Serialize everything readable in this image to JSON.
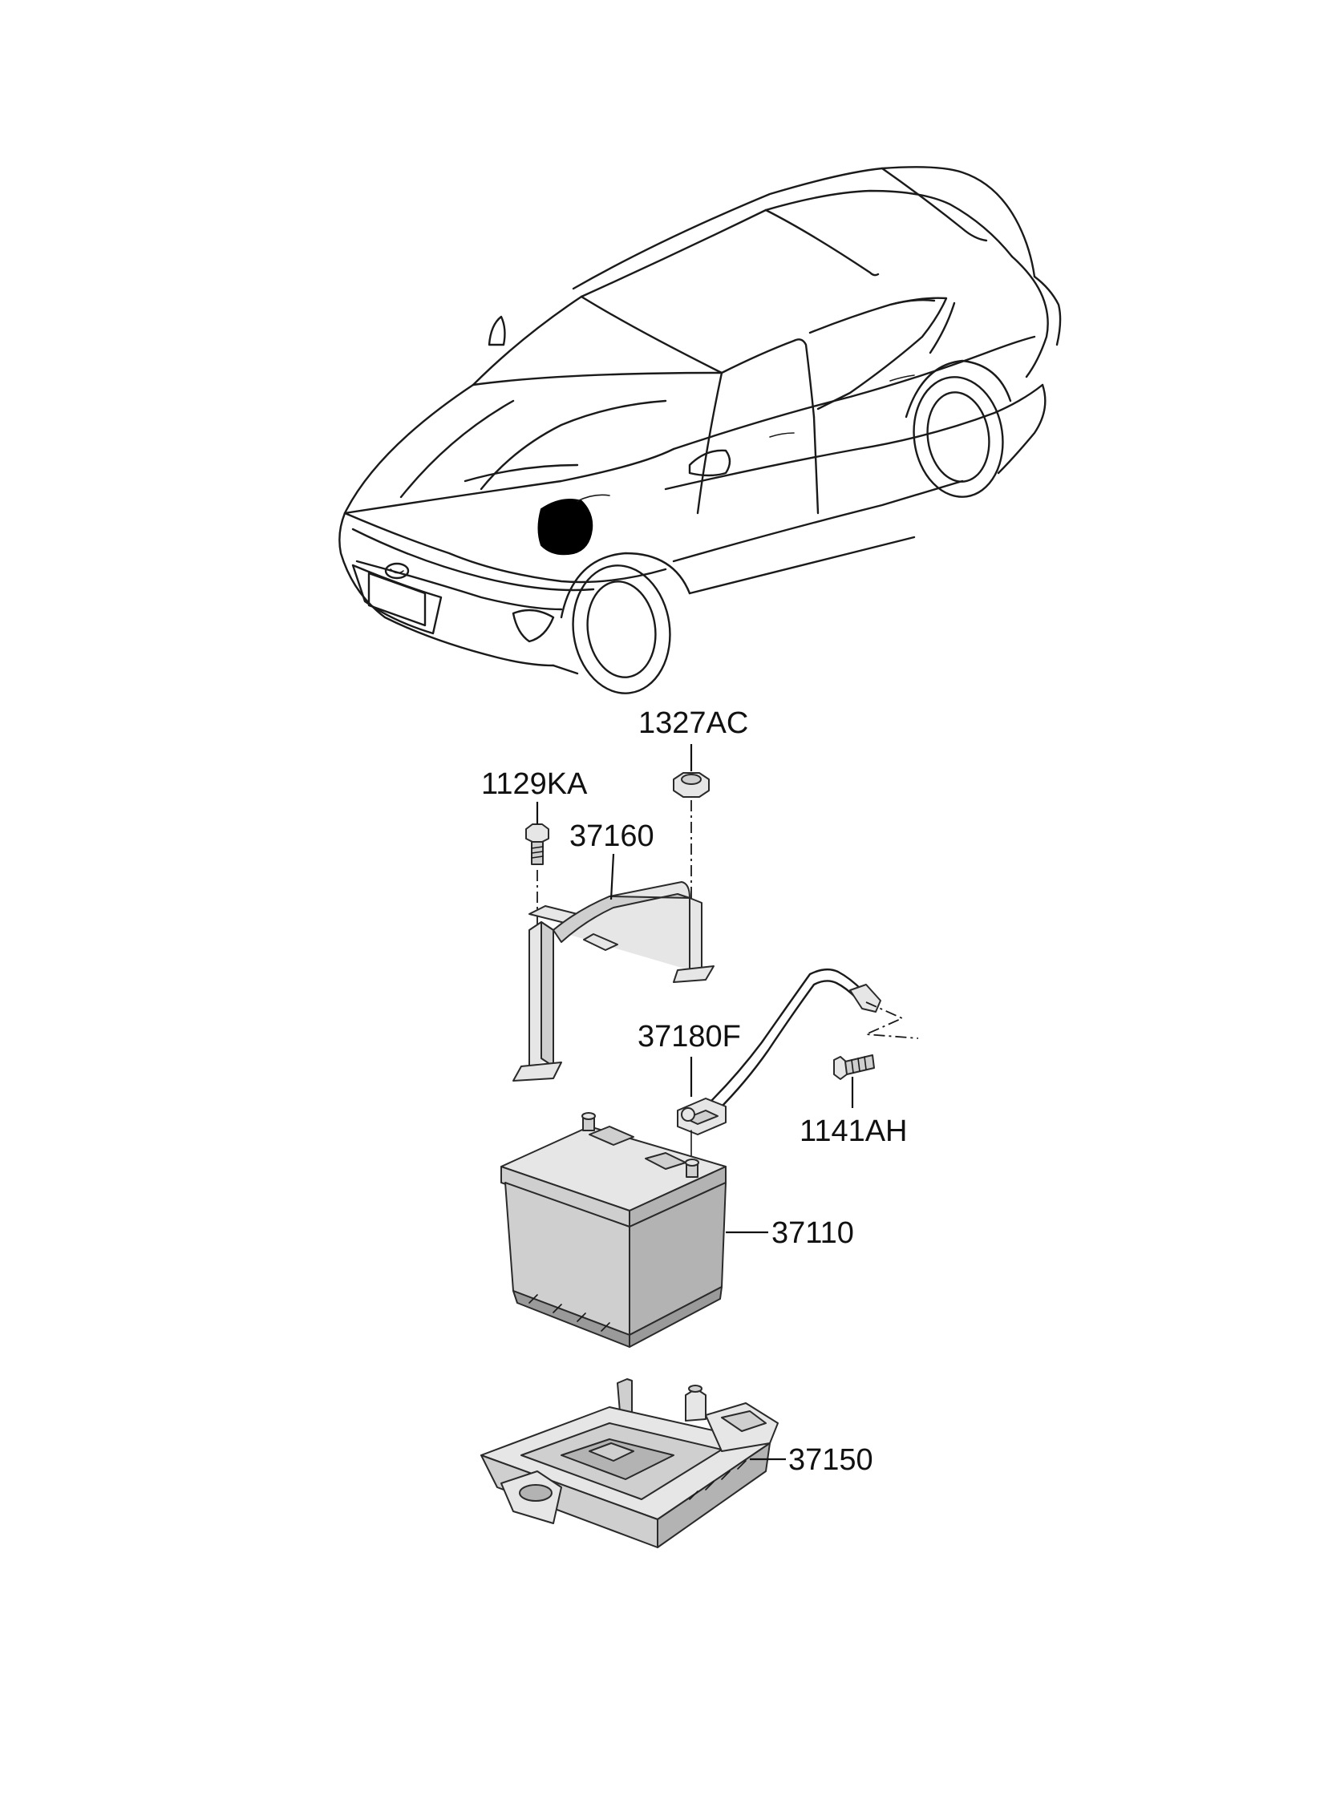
{
  "diagram": {
    "callouts": [
      {
        "id": "c-1327ac",
        "text": "1327AC"
      },
      {
        "id": "c-1129ka",
        "text": "1129KA"
      },
      {
        "id": "c-37160",
        "text": "37160"
      },
      {
        "id": "c-37180f",
        "text": "37180F"
      },
      {
        "id": "c-1141ah",
        "text": "1141AH"
      },
      {
        "id": "c-37110",
        "text": "37110"
      },
      {
        "id": "c-37150",
        "text": "37150"
      }
    ]
  }
}
